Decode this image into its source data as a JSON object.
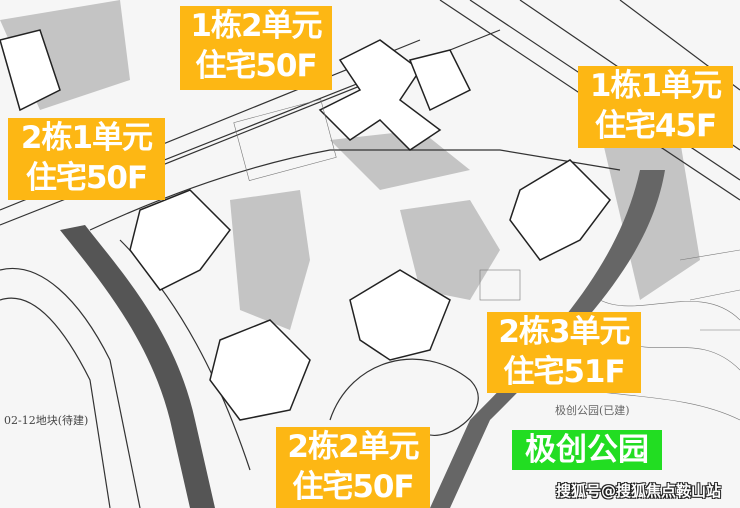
{
  "labels": [
    {
      "id": "b1u2",
      "line1": "1栋2单元",
      "line2": "住宅50F"
    },
    {
      "id": "b1u1",
      "line1": "1栋1单元",
      "line2": "住宅45F"
    },
    {
      "id": "b2u1",
      "line1": "2栋1单元",
      "line2": "住宅50F"
    },
    {
      "id": "b2u3",
      "line1": "2栋3单元",
      "line2": "住宅51F"
    },
    {
      "id": "b2u2",
      "line1": "2栋2单元",
      "line2": "住宅50F"
    }
  ],
  "park_label": "极创公园",
  "map_texts": {
    "plot": "02-12地块(待建)",
    "park_built": "极创公园(已建)"
  },
  "watermark": "搜狐号@搜狐焦点鞍山站",
  "colors": {
    "label_bg": "#fdb714",
    "park_bg": "#22dd22"
  }
}
